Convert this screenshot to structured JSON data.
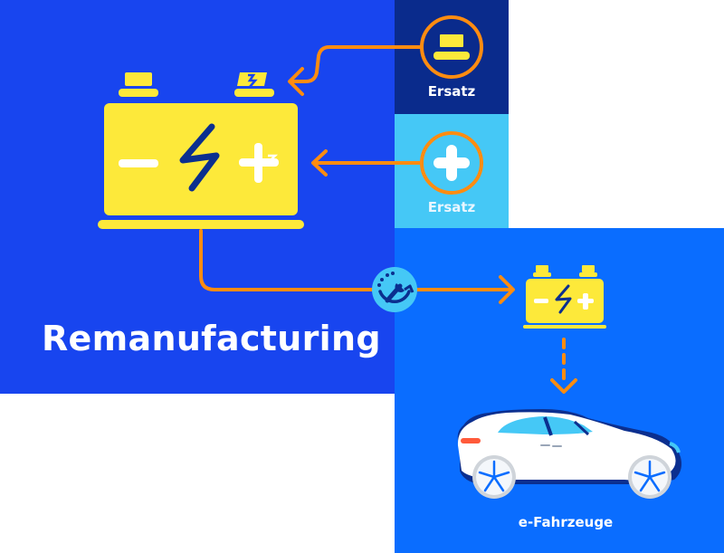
{
  "title": "Remanufacturing",
  "replacement_modules": [
    {
      "label": "Ersatz",
      "icon": "battery-terminal-icon"
    },
    {
      "label": "Ersatz",
      "icon": "plus-icon"
    }
  ],
  "process_icon": "wrench-cycle-icon",
  "target": {
    "label": "e-Fahrzeuge",
    "icon": "electric-car-icon"
  },
  "colors": {
    "main_blue": "#1845ef",
    "navy": "#0a2b8c",
    "cyan": "#45c8f6",
    "bright_blue": "#0a6dff",
    "battery_yellow": "#fde93a",
    "arrow_orange": "#ff8c10",
    "bolt_navy": "#0b2f8f"
  }
}
